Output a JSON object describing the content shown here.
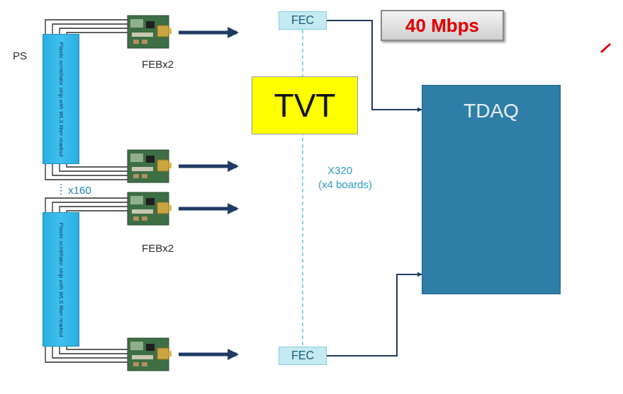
{
  "diagram": {
    "nodes": [
      {
        "text": [
          "Plastic scintillator strip with WLS fiber readout"
        ]
      },
      {
        "text": [
          "FEC"
        ]
      },
      {
        "text": [
          "40 Mbps"
        ]
      },
      {
        "text": [
          "TVT"
        ]
      },
      {
        "text": [
          "TDAQ"
        ]
      },
      {
        "text": [
          "Plastic scintillator strip with WLS fiber readout"
        ]
      },
      {
        "text": [
          "FEC"
        ]
      }
    ],
    "edges": [
      {
        "from": 1,
        "to": 4,
        "arrow": "to"
      },
      {
        "from": 6,
        "to": 4,
        "arrow": "to"
      }
    ],
    "labels": [
      "PS",
      "FEBx2",
      "x160",
      "X320",
      "(x4 boards)",
      "FEBx2"
    ]
  }
}
